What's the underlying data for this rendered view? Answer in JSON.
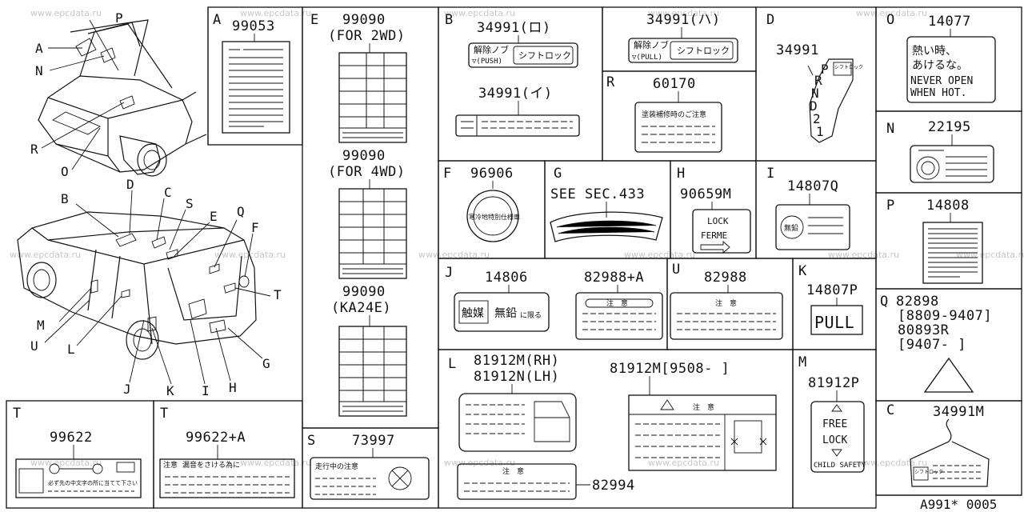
{
  "watermark": "www.epcdata.ru",
  "footer": {
    "code": "A991* 0005"
  },
  "callouts": {
    "top_vehicle": [
      "P",
      "A",
      "N",
      "R",
      "O"
    ],
    "rear_vehicle": [
      "B",
      "D",
      "C",
      "S",
      "E",
      "Q",
      "F",
      "T",
      "M",
      "U",
      "L",
      "J",
      "K",
      "I",
      "H",
      "G"
    ]
  },
  "panels": {
    "A": {
      "letter": "A",
      "part": "99053"
    },
    "E": {
      "letter": "E",
      "items": [
        {
          "part": "99090",
          "note": "(FOR 2WD)"
        },
        {
          "part": "99090",
          "note": "(FOR 4WD)"
        },
        {
          "part": "99090",
          "note": "(KA24E)"
        }
      ]
    },
    "B": {
      "letter": "B",
      "upper_part": "34991(ロ)",
      "upper_left_text": "解除ノブ",
      "upper_left_sub": "▽(PUSH)",
      "upper_right_text": "シフトロック",
      "lower_part": "34991(イ)"
    },
    "B2": {
      "part": "34991(ハ)",
      "left_text": "解除ノブ",
      "left_sub": "▽(PULL)",
      "right_text": "シフトロック"
    },
    "R": {
      "letter": "R",
      "part": "60170",
      "label_text": "塗装補修時のご注意"
    },
    "D": {
      "letter": "D",
      "part": "34991",
      "gears": [
        "P",
        "R",
        "N",
        "D",
        "2",
        "1"
      ],
      "tag": "シフトロック"
    },
    "O": {
      "letter": "O",
      "part": "14077",
      "line1": "熱い時、",
      "line2": "あけるな。",
      "line3": "NEVER OPEN",
      "line4": "WHEN HOT."
    },
    "N": {
      "letter": "N",
      "part": "22195"
    },
    "P": {
      "letter": "P",
      "part": "14808"
    },
    "Q": {
      "letter": "Q",
      "line1": "82898",
      "line2": "[8809-9407]",
      "line3": "80893R",
      "line4": "[9407-    ]"
    },
    "C": {
      "letter": "C",
      "part": "34991M",
      "tag": "シフトロック"
    },
    "F": {
      "letter": "F",
      "part": "96906",
      "seal_text": "寒冷地特別仕様車"
    },
    "G": {
      "letter": "G",
      "part": "SEE SEC.433"
    },
    "H": {
      "letter": "H",
      "part": "90659M",
      "line1": "LOCK",
      "line2": "FERME"
    },
    "I": {
      "letter": "I",
      "part": "14807Q",
      "circle_text": "無鉛"
    },
    "J": {
      "letter": "J",
      "part": "14806",
      "text1": "触媒",
      "text2": "無鉛",
      "text3": "に限る",
      "part2": "82988+A",
      "heading2": "注　意"
    },
    "U": {
      "letter": "U",
      "part": "82988",
      "heading": "注　意"
    },
    "K": {
      "letter": "K",
      "part": "14807P",
      "label": "PULL"
    },
    "L": {
      "letter": "L",
      "part1": "81912M(RH)",
      "part2": "81912N(LH)",
      "part3": "81912M[9508-     ]",
      "warning": "注　意",
      "part4": "82994",
      "heading4": "注　意"
    },
    "M": {
      "letter": "M",
      "part": "81912P",
      "line1": "FREE",
      "line2": "LOCK",
      "line3": "CHILD SAFETY"
    },
    "T1": {
      "letter": "T",
      "part": "99622",
      "text": "必ず先の中文字の所に当てて下さい"
    },
    "T2": {
      "letter": "T",
      "part": "99622+A",
      "text1": "注意",
      "text2": "漏音をさける為に"
    },
    "S": {
      "letter": "S",
      "part": "73997",
      "heading": "走行中の注意"
    }
  }
}
